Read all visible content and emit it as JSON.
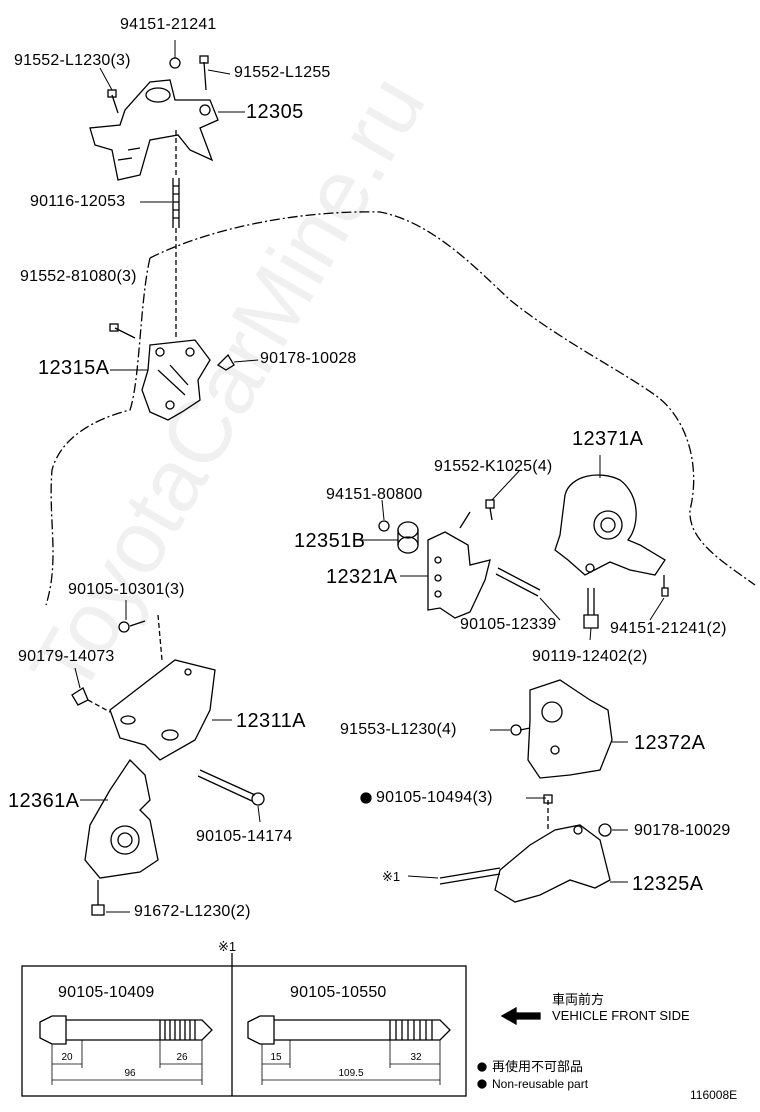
{
  "watermark": "ToyotaCarMine.ru",
  "parts": {
    "p94151_21241": "94151-21241",
    "p91552_L1230_3": "91552-L1230(3)",
    "p91552_L1255": "91552-L1255",
    "p12305": "12305",
    "p90116_12053": "90116-12053",
    "p91552_81080_3": "91552-81080(3)",
    "p12315A": "12315A",
    "p90178_10028": "90178-10028",
    "p12371A": "12371A",
    "p91552_K1025_4": "91552-K1025(4)",
    "p94151_80800": "94151-80800",
    "p12351B": "12351B",
    "p12321A": "12321A",
    "p90105_12339": "90105-12339",
    "p94151_21241_2": "94151-21241(2)",
    "p90119_12402_2": "90119-12402(2)",
    "p90105_10301_3": "90105-10301(3)",
    "p90179_14073": "90179-14073",
    "p12311A": "12311A",
    "p12361A": "12361A",
    "p90105_14174": "90105-14174",
    "p91672_L1230_2": "91672-L1230(2)",
    "p91553_L1230_4": "91553-L1230(4)",
    "p12372A": "12372A",
    "p90105_10494_3": "90105-10494(3)",
    "p90178_10029": "90178-10029",
    "p12325A": "12325A",
    "note_mark": "※1"
  },
  "bolts_table": {
    "header_mark": "※1",
    "bolt1": {
      "part": "90105-10409",
      "d1": "20",
      "d2": "26",
      "total": "96"
    },
    "bolt2": {
      "part": "90105-10550",
      "d1": "15",
      "d2": "32",
      "total": "109.5"
    }
  },
  "legend": {
    "front_jp": "車両前方",
    "front_en": "VEHICLE FRONT SIDE",
    "nonreuse_jp": "再使用不可部品",
    "nonreuse_en": "Non-reusable part"
  },
  "figure_id": "116008E"
}
